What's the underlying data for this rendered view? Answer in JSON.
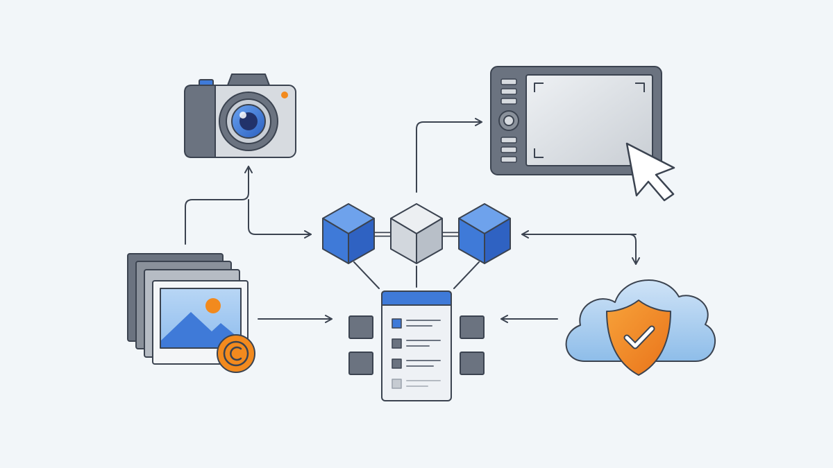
{
  "diagram": {
    "nodes": [
      {
        "id": "camera",
        "icon": "camera-icon"
      },
      {
        "id": "image-stack",
        "icon": "image-stack-icon"
      },
      {
        "id": "copyright-badge",
        "icon": "copyright-icon"
      },
      {
        "id": "blockchain-left",
        "icon": "cube-icon"
      },
      {
        "id": "blockchain-center",
        "icon": "cube-icon"
      },
      {
        "id": "blockchain-right",
        "icon": "cube-icon"
      },
      {
        "id": "registry-document",
        "icon": "document-list-icon"
      },
      {
        "id": "drawing-tablet",
        "icon": "graphics-tablet-icon"
      },
      {
        "id": "mouse-cursor",
        "icon": "cursor-arrow-icon"
      },
      {
        "id": "secure-cloud",
        "icon": "cloud-shield-icon"
      }
    ],
    "edges": [
      {
        "from": "image-stack",
        "to": "camera"
      },
      {
        "from": "camera",
        "to": "blockchain-left"
      },
      {
        "from": "blockchain-center",
        "to": "drawing-tablet"
      },
      {
        "from": "secure-cloud",
        "to": "blockchain-right"
      },
      {
        "from": "blockchain-right",
        "to": "secure-cloud"
      },
      {
        "from": "image-stack",
        "to": "registry-document"
      },
      {
        "from": "secure-cloud",
        "to": "registry-document"
      }
    ],
    "colors": {
      "background": "#f2f6f9",
      "outline": "#3b4350",
      "accent_blue": "#3f7ad8",
      "accent_orange": "#f28a1e",
      "dark_gray": "#6b7380",
      "light_gray": "#d7dbe0",
      "cloud_blue": "#a9cdf0"
    }
  }
}
